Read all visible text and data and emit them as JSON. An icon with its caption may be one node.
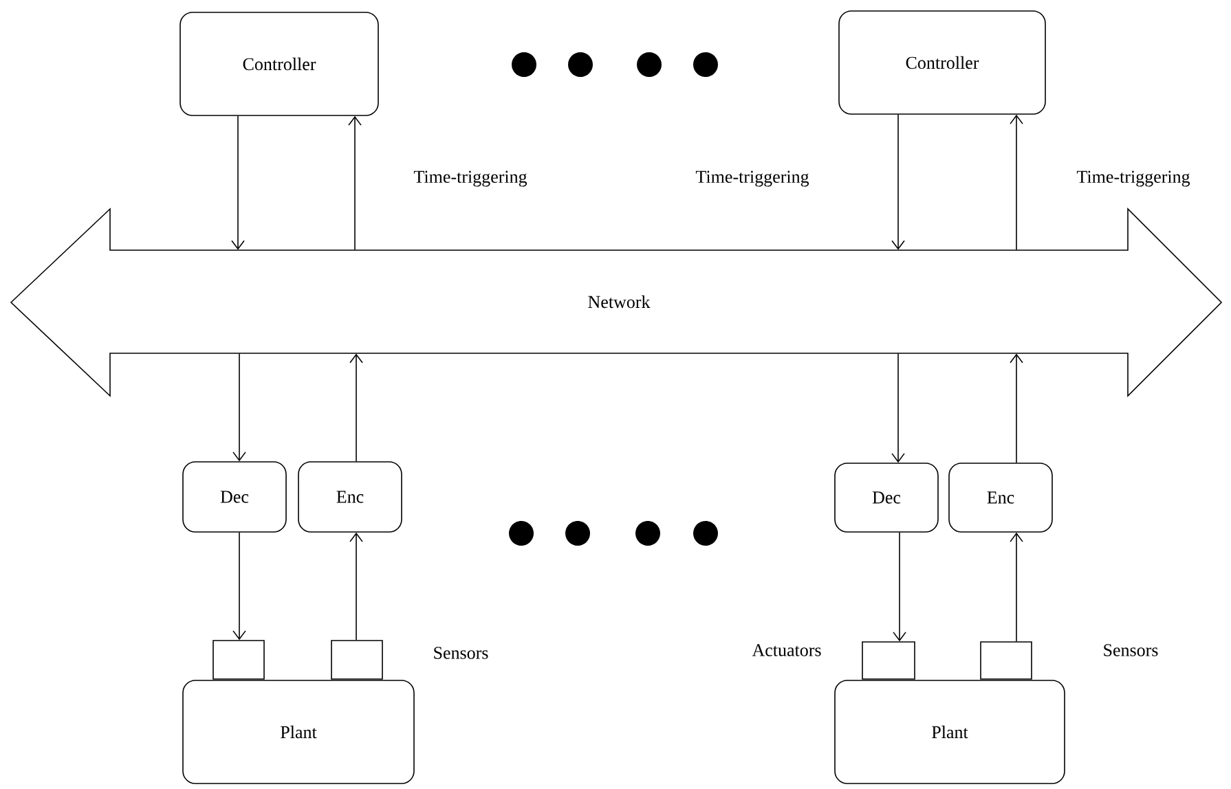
{
  "diagram": {
    "nodes": [
      {
        "text": [
          "Controller"
        ]
      },
      {
        "text": [
          "Controller"
        ]
      },
      {
        "text": [
          "Network"
        ]
      },
      {
        "text": [
          "Dec"
        ]
      },
      {
        "text": [
          "Enc"
        ]
      },
      {
        "text": [
          "Dec"
        ]
      },
      {
        "text": [
          "Enc"
        ]
      },
      {
        "text": [],
        "shape": "box"
      },
      {
        "text": [],
        "shape": "box"
      },
      {
        "text": [],
        "shape": "box"
      },
      {
        "text": [],
        "shape": "box"
      },
      {
        "text": [
          "Plant"
        ]
      },
      {
        "text": [
          "Plant"
        ]
      }
    ],
    "edges": [
      {
        "from": 0,
        "to": 2,
        "arrow": "to"
      },
      {
        "from": 2,
        "to": 0,
        "arrow": "to"
      },
      {
        "from": 1,
        "to": 2,
        "arrow": "to"
      },
      {
        "from": 2,
        "to": 1,
        "arrow": "to"
      },
      {
        "from": 2,
        "to": 3,
        "arrow": "to"
      },
      {
        "from": 4,
        "to": 2,
        "arrow": "to"
      },
      {
        "from": 2,
        "to": 5,
        "arrow": "to"
      },
      {
        "from": 6,
        "to": 2,
        "arrow": "to"
      },
      {
        "from": 3,
        "to": 7,
        "arrow": "to"
      },
      {
        "from": 8,
        "to": 4,
        "arrow": "to"
      },
      {
        "from": 5,
        "to": 9,
        "arrow": "to"
      },
      {
        "from": 10,
        "to": 6,
        "arrow": "to"
      }
    ],
    "labels": [
      "Time-triggering",
      "Time-triggering",
      "Time-triggering",
      "Sensors",
      "Actuators",
      "Sensors"
    ]
  }
}
